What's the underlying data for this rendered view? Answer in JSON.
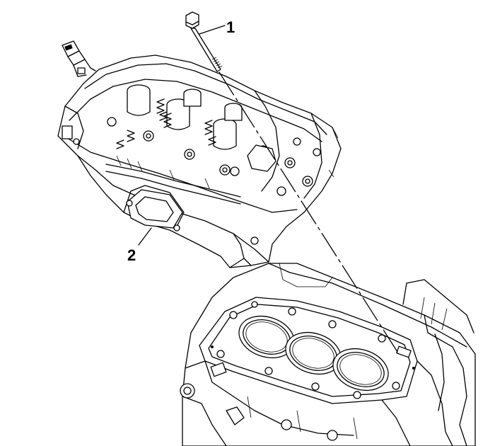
{
  "figure": {
    "callouts": [
      {
        "id": "1",
        "label": "1"
      },
      {
        "id": "2",
        "label": "2"
      }
    ],
    "parts": {
      "bolt": "cylinder-head-bolt",
      "head": "cylinder-head",
      "gasket": "cylinder-head-gasket",
      "block": "engine-block"
    },
    "colors": {
      "line": "#000000",
      "background": "#ffffff"
    }
  }
}
